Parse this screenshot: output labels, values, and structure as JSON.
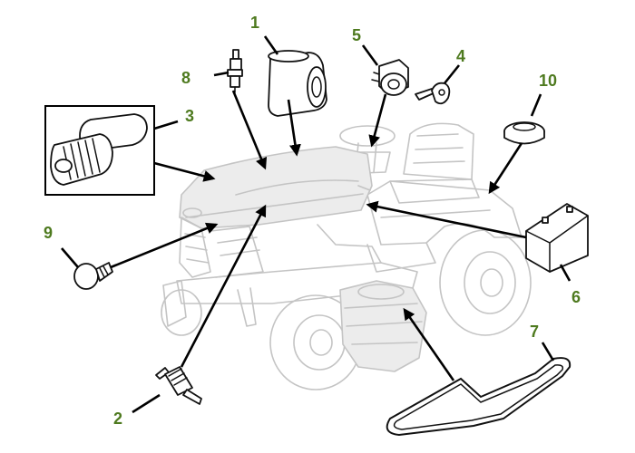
{
  "diagram": {
    "label_color": "#4e7a1f",
    "line_color": "#000000",
    "ghost_color": "#c4c4c4",
    "callouts": [
      {
        "id": "1",
        "text": "1"
      },
      {
        "id": "2",
        "text": "2"
      },
      {
        "id": "3",
        "text": "3"
      },
      {
        "id": "4",
        "text": "4"
      },
      {
        "id": "5",
        "text": "5"
      },
      {
        "id": "6",
        "text": "6"
      },
      {
        "id": "7",
        "text": "7"
      },
      {
        "id": "8",
        "text": "8"
      },
      {
        "id": "9",
        "text": "9"
      },
      {
        "id": "10",
        "text": "10"
      }
    ]
  }
}
